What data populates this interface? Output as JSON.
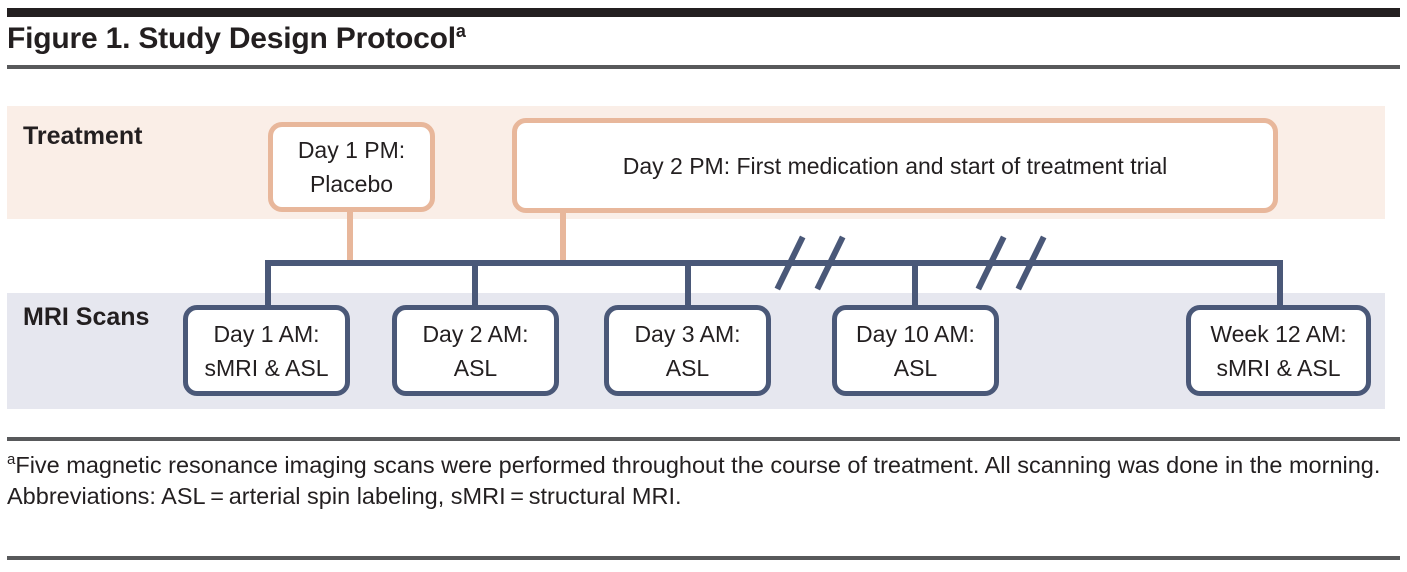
{
  "figure": {
    "title_text": "Figure 1. Study Design Protocol",
    "title_superscript": "a"
  },
  "bands": {
    "treatment": {
      "label": "Treatment",
      "background": "#faeee7",
      "accent": "#e8b79b"
    },
    "mri": {
      "label": "MRI Scans",
      "background": "#e6e7ef",
      "accent": "#4a5878"
    }
  },
  "treatment_nodes": [
    {
      "line1": "Day 1 PM:",
      "line2": "Placebo"
    },
    {
      "line1": "Day 2 PM: First medication and start of treatment trial",
      "line2": ""
    }
  ],
  "mri_nodes": [
    {
      "line1": "Day 1 AM:",
      "line2": "sMRI & ASL"
    },
    {
      "line1": "Day 2 AM:",
      "line2": "ASL"
    },
    {
      "line1": "Day 3 AM:",
      "line2": "ASL"
    },
    {
      "line1": "Day 10 AM:",
      "line2": "ASL"
    },
    {
      "line1": "Week 12 AM:",
      "line2": "sMRI & ASL"
    }
  ],
  "footnotes": {
    "marker_a": "a",
    "note_a": "Five magnetic resonance imaging scans were performed throughout the course of treatment. All scanning was done in the morning.",
    "abbreviations": "Abbreviations: ASL = arterial spin labeling, sMRI = structural MRI."
  }
}
